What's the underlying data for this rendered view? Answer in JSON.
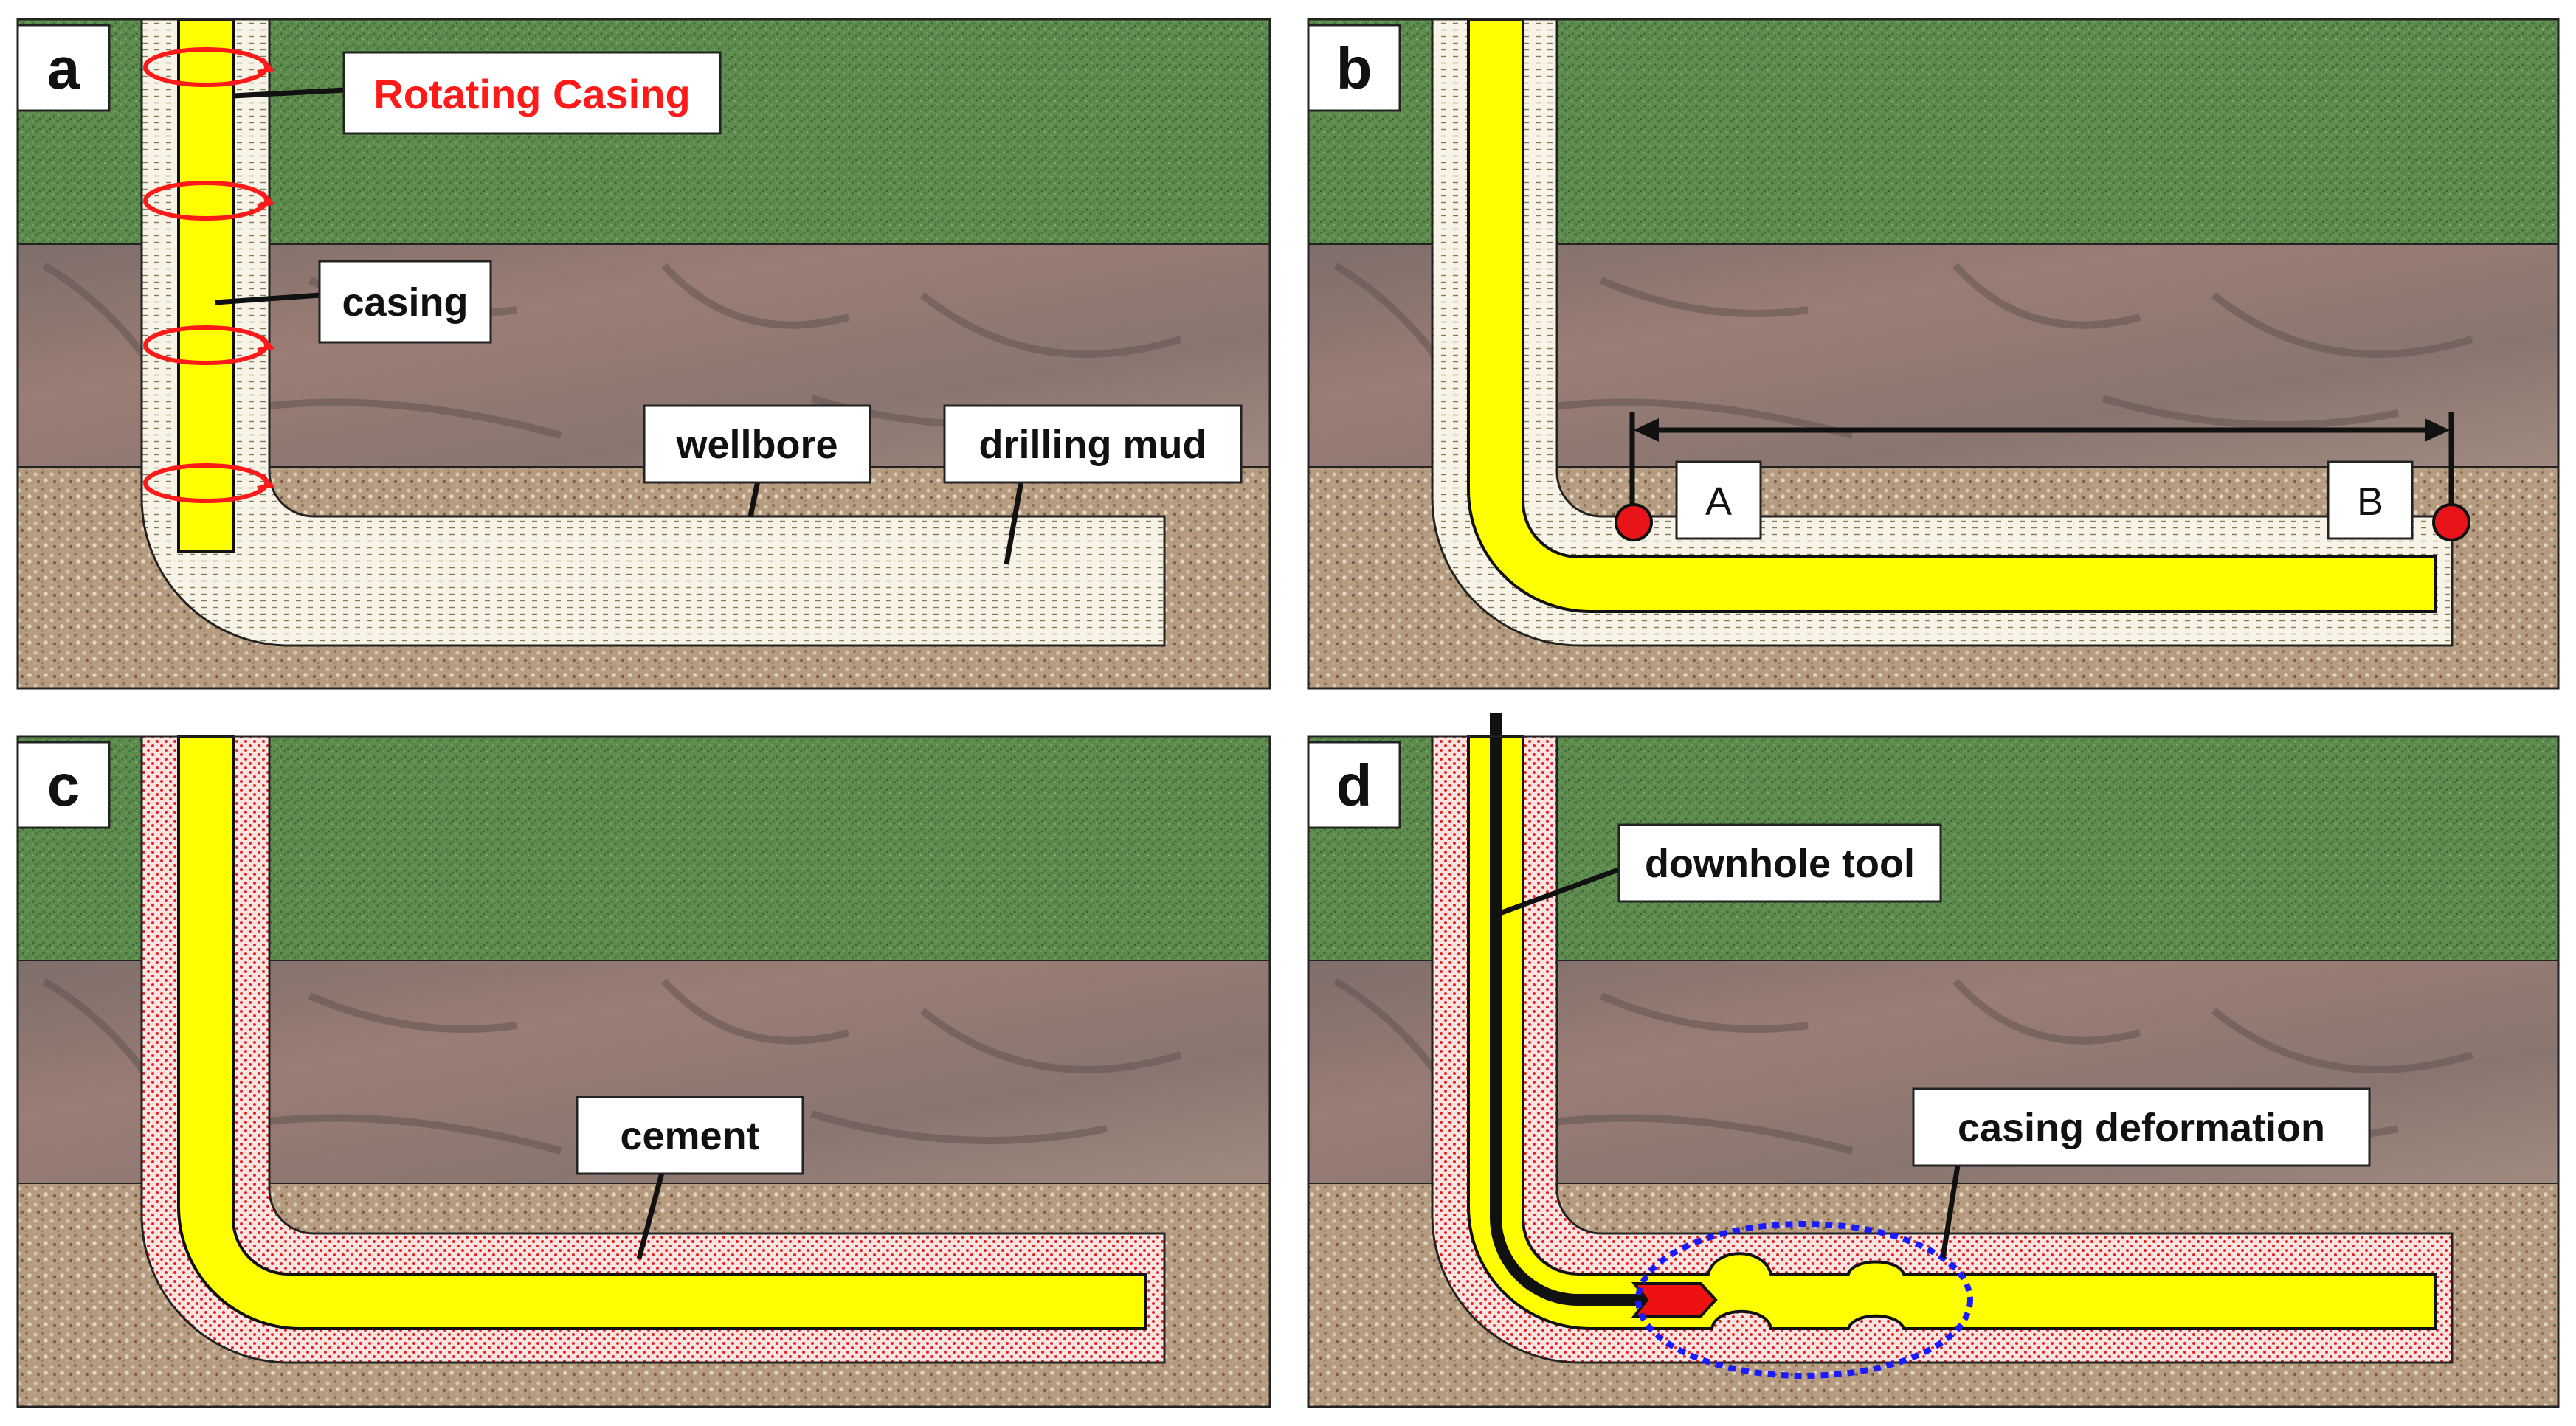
{
  "panels": {
    "a": {
      "letter": "a",
      "labels": {
        "rotating_casing": "Rotating Casing",
        "casing": "casing",
        "wellbore": "wellbore",
        "drilling_mud": "drilling mud"
      }
    },
    "b": {
      "letter": "b",
      "labels": {
        "point_a": "A",
        "point_b": "B"
      }
    },
    "c": {
      "letter": "c",
      "labels": {
        "cement": "cement"
      }
    },
    "d": {
      "letter": "d",
      "labels": {
        "downhole_tool": "downhole tool",
        "casing_deformation": "casing deformation"
      }
    }
  },
  "colors": {
    "grass": "#5f8a4f",
    "rock": "#8f7a72",
    "gravel": "#b79a7c",
    "casing": "#ffff00",
    "mud": "#f7f3e8",
    "cement_dot": "#e02020",
    "rotation_arrow": "#ff1a1a",
    "rotating_label": "#ff1a1a",
    "marker": "#e8141a",
    "tool_head": "#ee1111",
    "deformation_ring": "#1a1aff"
  }
}
